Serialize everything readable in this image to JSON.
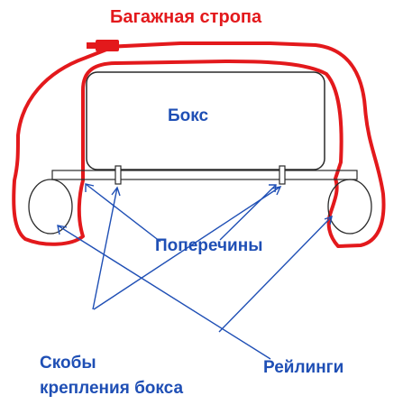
{
  "labels": {
    "strap": "Багажная стропа",
    "box": "Бокс",
    "crossbars": "Поперечины",
    "brackets_line1": "Скобы",
    "brackets_line2": "крепления бокса",
    "rails": "Рейлинги"
  },
  "colors": {
    "strap": "#e3191c",
    "label_blue": "#1f4fb5",
    "ink": "#2a2a2a",
    "arrows": "#1f4fb5",
    "background": "#ffffff"
  },
  "icons": {
    "buckle": "strap-buckle-icon"
  }
}
